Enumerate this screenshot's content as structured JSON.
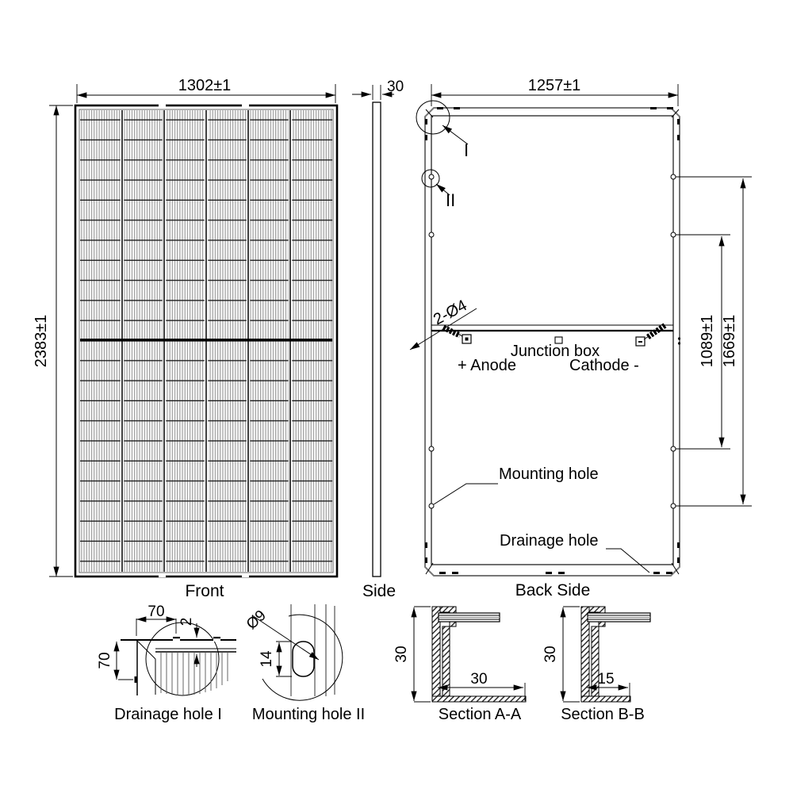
{
  "views": {
    "front": {
      "label": "Front",
      "dim_width": "1302±1",
      "dim_height": "2383±1"
    },
    "side": {
      "label": "Side",
      "dim_thickness": "30"
    },
    "back": {
      "label": "Back Side",
      "dim_width": "1257±1",
      "dim_span_inner": "1089±1",
      "dim_span_outer": "1669±1",
      "hole_callout": "2-Ø4",
      "junction_box": "Junction box",
      "anode": "+ Anode",
      "cathode": "Cathode -",
      "mounting_hole": "Mounting hole",
      "drainage_hole": "Drainage hole",
      "detail_i": "I",
      "detail_ii": "II"
    }
  },
  "details": {
    "drainage_i": {
      "label": "Drainage hole I",
      "dim_width": "70",
      "dim_height": "70",
      "dim_slot": "2"
    },
    "mounting_ii": {
      "label": "Mounting hole II",
      "dim_diameter": "Ø9",
      "dim_length": "14"
    },
    "section_aa": {
      "label": "Section A-A",
      "dim_height": "30",
      "dim_flange": "30"
    },
    "section_bb": {
      "label": "Section B-B",
      "dim_height": "30",
      "dim_flange": "15"
    }
  }
}
